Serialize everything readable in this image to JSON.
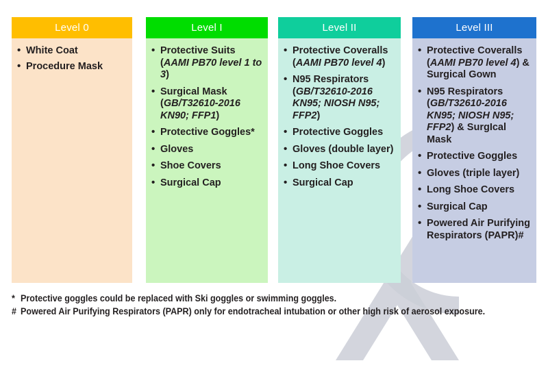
{
  "columns": [
    {
      "id": "level-0",
      "header": "Level 0",
      "header_color": "#FFBE00",
      "body_color": "#FCE3C8",
      "items": [
        {
          "text": "White Coat"
        },
        {
          "text": "Procedure Mask"
        }
      ]
    },
    {
      "id": "level-1",
      "header": "Level I",
      "header_color": "#00DD00",
      "body_color": "#CBF5BE",
      "items": [
        {
          "text": "Protective Suits (",
          "italic": "AAMI PB70 level 1 to 3",
          "tail": ")"
        },
        {
          "text": "Surgical Mask (",
          "italic": "GB/T32610-2016 KN90; FFP1",
          "tail": ")"
        },
        {
          "text": "Protective Goggles*"
        },
        {
          "text": "Gloves"
        },
        {
          "text": "Shoe Covers"
        },
        {
          "text": "Surgical Cap"
        }
      ]
    },
    {
      "id": "level-2",
      "header": "Level II",
      "header_color": "#0FCE9C",
      "body_color": "#C9EFE4",
      "items": [
        {
          "text": "Protective Coveralls (",
          "italic": "AAMI PB70 level 4",
          "tail": ")"
        },
        {
          "text": "N95 Respirators (",
          "italic": "GB/T32610-2016 KN95; NIOSH N95; FFP2",
          "tail": ")"
        },
        {
          "text": "Protective Goggles"
        },
        {
          "text": "Gloves (double layer)"
        },
        {
          "text": "Long Shoe Covers"
        },
        {
          "text": "Surgical Cap"
        }
      ]
    },
    {
      "id": "level-3",
      "header": "Level III",
      "header_color": "#1E72CE",
      "body_color": "#C6CDE3",
      "items": [
        {
          "text": "Protective Coveralls (",
          "italic": "AAMI PB70 level 4",
          "tail": ") & Surgical Gown"
        },
        {
          "text": "N95 Respirators (",
          "italic": "GB/T32610-2016 KN95; NIOSH N95; FFP2",
          "tail": ") & SurgIcal Mask"
        },
        {
          "text": "Protective Goggles"
        },
        {
          "text": "Gloves (triple layer)"
        },
        {
          "text": "Long Shoe Covers"
        },
        {
          "text": "Surgical Cap"
        },
        {
          "text": "Powered Air Purifying Respirators (PAPR)#"
        }
      ]
    }
  ],
  "footnotes": [
    {
      "marker": "*",
      "text": "Protective goggles could be replaced with Ski goggles or swimming goggles."
    },
    {
      "marker": "#",
      "text": "Powered Air Purifying Respirators (PAPR) only for endotracheal intubation or other high risk of aerosol exposure."
    }
  ],
  "watermark": {
    "name": "grey-letter-watermark",
    "color": "#BFC3CC"
  }
}
